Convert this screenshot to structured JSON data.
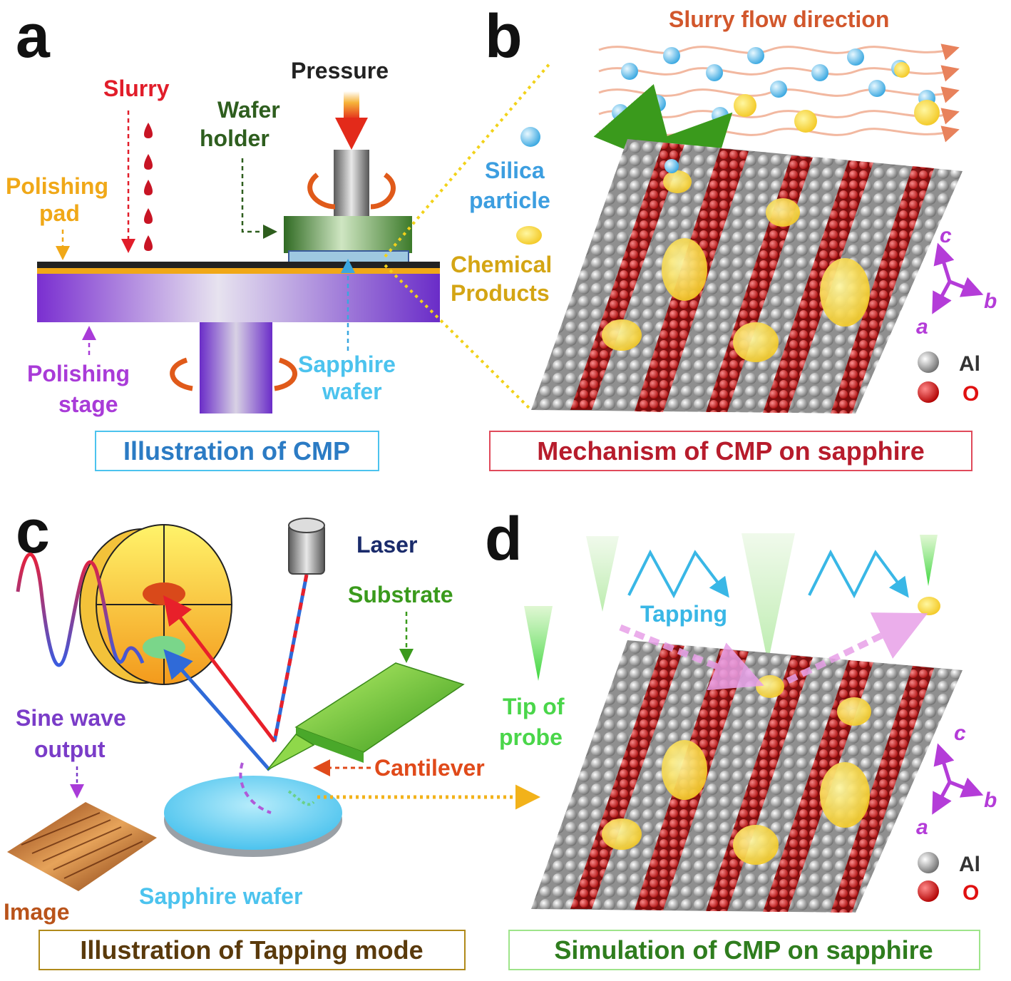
{
  "colors": {
    "slurry": "#e11d2a",
    "pressure": "#222222",
    "wafer_holder": "#2e5e1e",
    "polishing_pad": "#f0a818",
    "polishing_stage": "#a93bd8",
    "sapphire_wafer": "#4cc3ee",
    "caption_a": "#2b7bc4",
    "caption_b": "#b71c2c",
    "caption_c": "#5a3a0c",
    "caption_d": "#2f7d1e",
    "silica": "#3c9ee0",
    "chemical": "#d4a514",
    "flow": "#d2572c",
    "axis": "#b43cd8",
    "laser": "#1a2b6b",
    "substrate": "#3a9a1c",
    "sine": "#7a3cc8",
    "image": "#b9531a",
    "cantilever": "#e04a1a",
    "tip": "#4ad64a",
    "tapping": "#39b7e6",
    "Al": "#333333",
    "O": "#e01010"
  },
  "panel_a": {
    "letter": "a",
    "slurry": "Slurry",
    "pressure": "Pressure",
    "wafer_holder_1": "Wafer",
    "wafer_holder_2": "holder",
    "polishing_pad_1": "Polishing",
    "polishing_pad_2": "pad",
    "polishing_stage_1": "Polishing",
    "polishing_stage_2": "stage",
    "sapphire_wafer_1": "Sapphire",
    "sapphire_wafer_2": "wafer",
    "caption": "Illustration of CMP"
  },
  "panel_b": {
    "letter": "b",
    "flow_title": "Slurry flow direction",
    "silica_1": "Silica",
    "silica_2": "particle",
    "chemical_1": "Chemical",
    "chemical_2": "Products",
    "axis_c": "c",
    "axis_b": "b",
    "axis_a": "a",
    "legend_al": "Al",
    "legend_o": "O",
    "caption": "Mechanism of CMP on sapphire"
  },
  "panel_c": {
    "letter": "c",
    "laser": "Laser",
    "substrate": "Substrate",
    "sine_1": "Sine wave",
    "sine_2": "output",
    "cantilever": "Cantilever",
    "image": "Image",
    "sapphire_wafer": "Sapphire wafer",
    "caption": "Illustration of Tapping mode"
  },
  "panel_d": {
    "letter": "d",
    "tapping": "Tapping",
    "tip_1": "Tip of",
    "tip_2": "probe",
    "axis_c": "c",
    "axis_b": "b",
    "axis_a": "a",
    "legend_al": "Al",
    "legend_o": "O",
    "caption": "Simulation of CMP on sapphire"
  }
}
